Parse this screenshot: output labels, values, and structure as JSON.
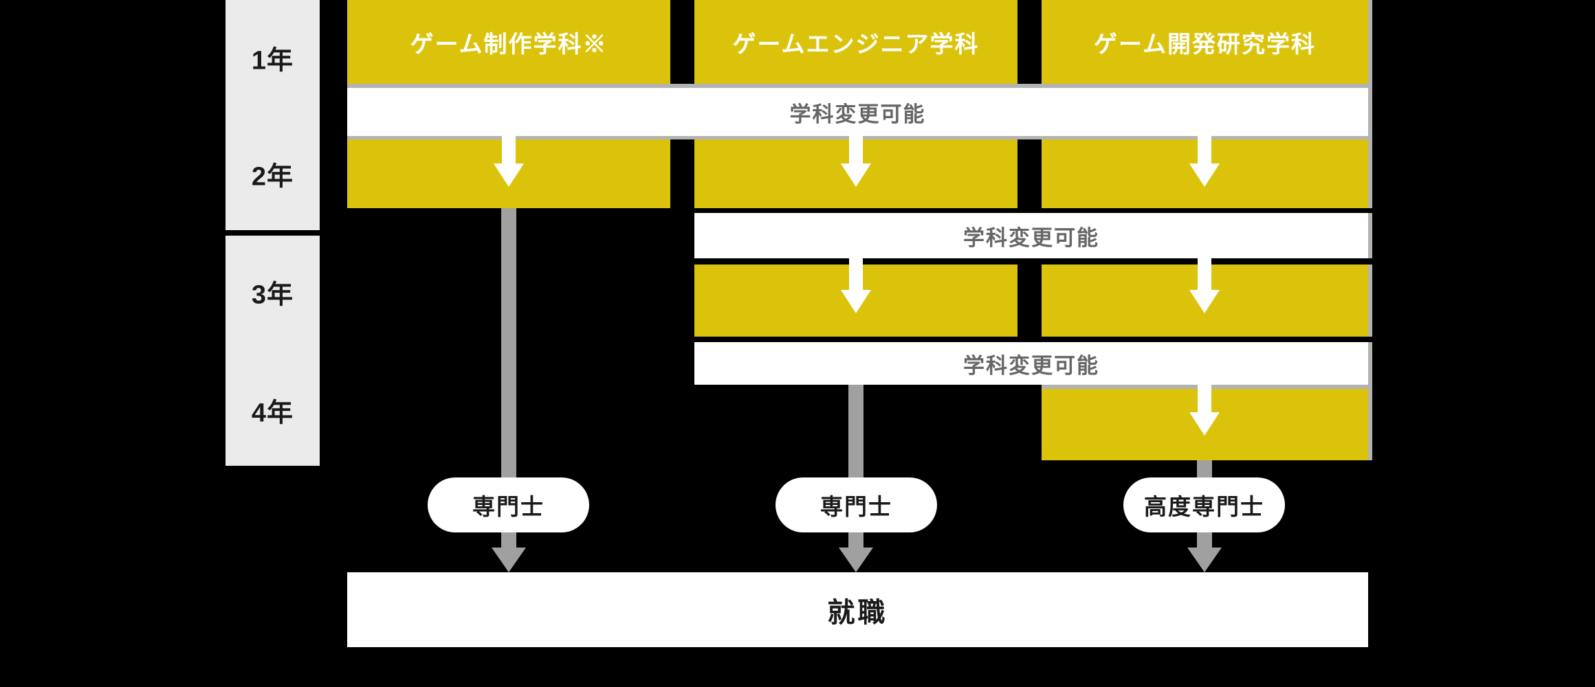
{
  "colors": {
    "background": "#000000",
    "yellow": "#dcc30b",
    "sidebar_gray": "#ebebeb",
    "separator_gray": "#b3b3b3",
    "connector_gray": "#a0a0a0",
    "bar_text_gray": "#666666",
    "text_black": "#1a1a1a",
    "white": "#ffffff"
  },
  "sidebar": {
    "years": [
      "1年",
      "2年",
      "3年",
      "4年"
    ]
  },
  "columns": [
    {
      "title": "ゲーム制作学科※",
      "degree": "専門士"
    },
    {
      "title": "ゲームエンジニア学科",
      "degree": "専門士"
    },
    {
      "title": "ゲーム開発研究学科",
      "degree": "高度専門士"
    }
  ],
  "change_bars": [
    {
      "label": "学科変更可能"
    },
    {
      "label": "学科変更可能"
    },
    {
      "label": "学科変更可能"
    }
  ],
  "outcome": {
    "label": "就職"
  }
}
